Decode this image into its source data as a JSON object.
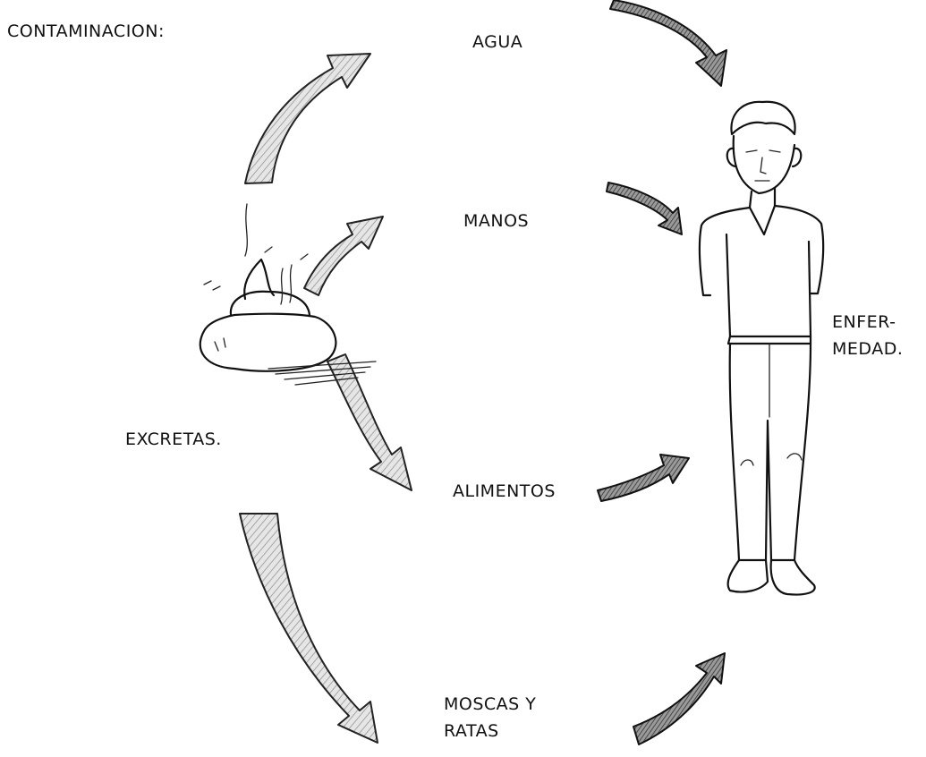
{
  "title": "CONTAMINACION:",
  "source": {
    "label": "EXCRETAS.",
    "icon": "excrement-icon"
  },
  "routes": [
    {
      "label": "AGUA"
    },
    {
      "label": "MANOS"
    },
    {
      "label": "ALIMENTOS"
    },
    {
      "label_line1": "MOSCAS Y",
      "label_line2": "RATAS"
    }
  ],
  "outcome": {
    "label_line1": "ENFER-",
    "label_line2": "MEDAD.",
    "icon": "sick-person-icon"
  }
}
